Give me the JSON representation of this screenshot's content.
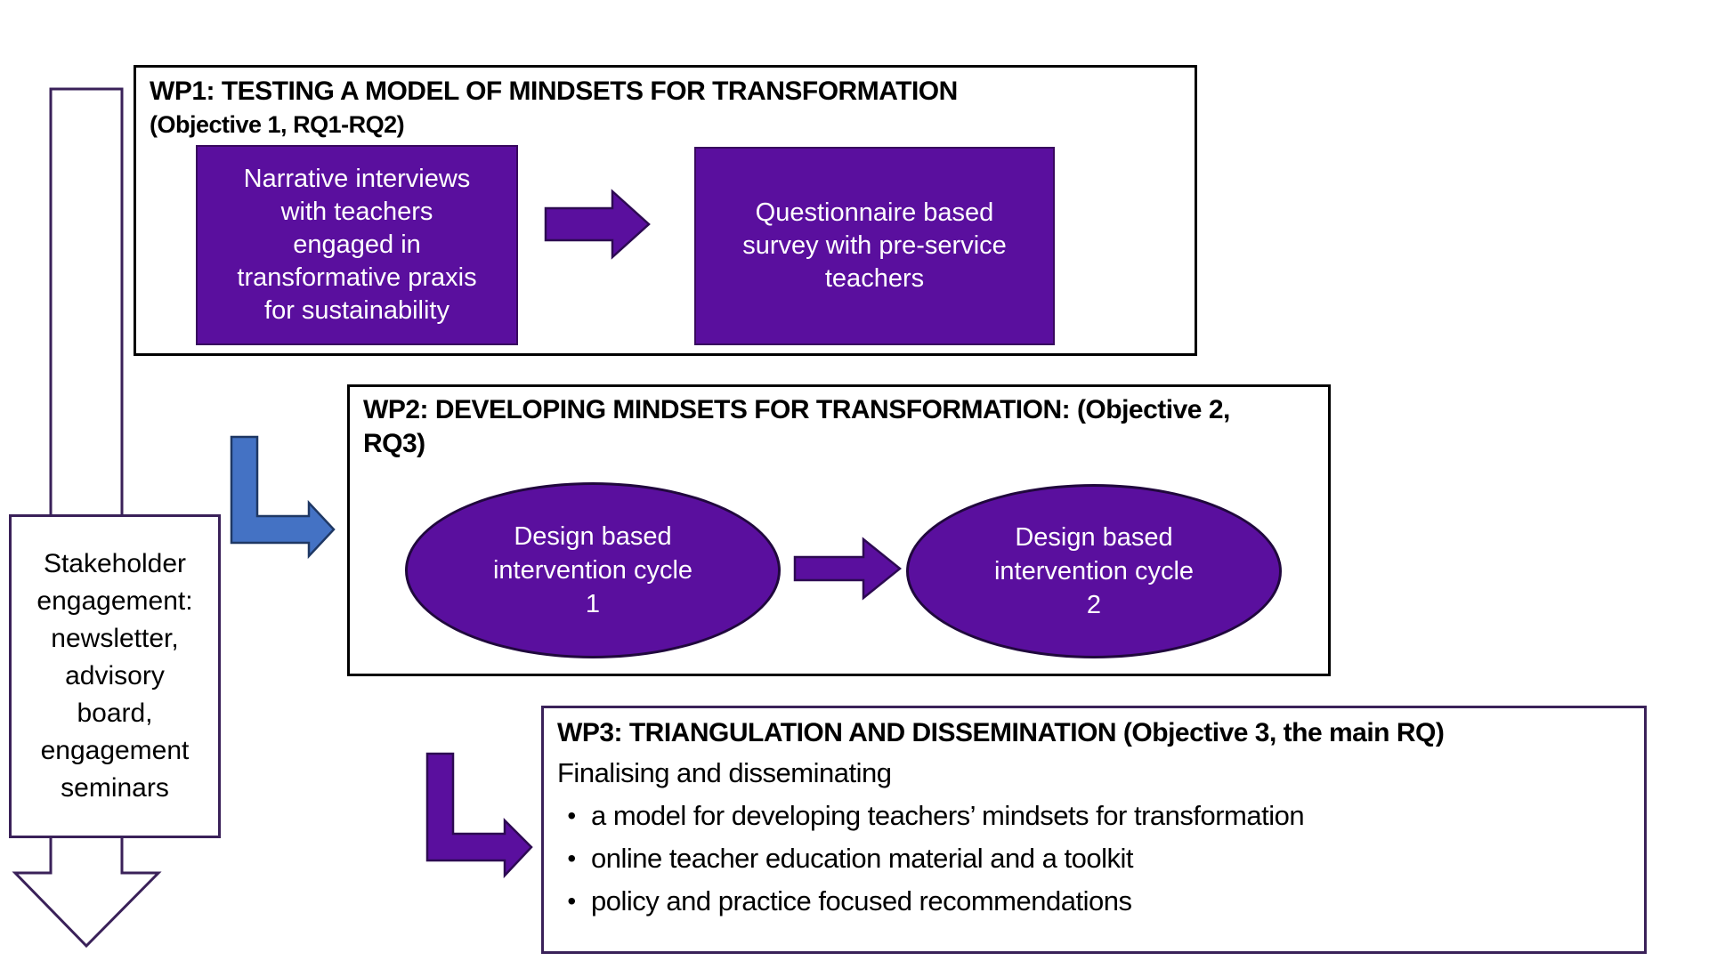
{
  "colors": {
    "purple_fill": "#5a0f9e",
    "purple_border_dark": "#2d0a52",
    "panel_border_black": "#000000",
    "panel_border_purple": "#3a2159",
    "blue_arrow_fill": "#4472c4",
    "blue_arrow_border": "#1f3864",
    "white": "#ffffff"
  },
  "stakeholder": {
    "text": "Stakeholder\nengagement:\nnewsletter,\nadvisory\nboard,\nengagement\nseminars"
  },
  "wp1": {
    "title": "WP1: TESTING A MODEL OF MINDSETS FOR TRANSFORMATION",
    "subtitle": "(Objective 1, RQ1-RQ2)",
    "box1": "Narrative interviews\nwith teachers\nengaged in\ntransformative praxis\nfor sustainability",
    "box2": "Questionnaire based\nsurvey with pre-service\nteachers"
  },
  "wp2": {
    "title": "WP2: DEVELOPING MINDSETS FOR TRANSFORMATION: (Objective 2,\nRQ3)",
    "ellipse1": "Design based\nintervention cycle\n1",
    "ellipse2": "Design based\nintervention cycle\n2"
  },
  "wp3": {
    "title": "WP3: TRIANGULATION AND DISSEMINATION (Objective 3, the main RQ)",
    "intro": "Finalising and disseminating",
    "bullet": "•",
    "bullets": [
      "a model for developing teachers’ mindsets for transformation",
      "online teacher education material and a toolkit",
      "policy and practice focused recommendations"
    ]
  }
}
